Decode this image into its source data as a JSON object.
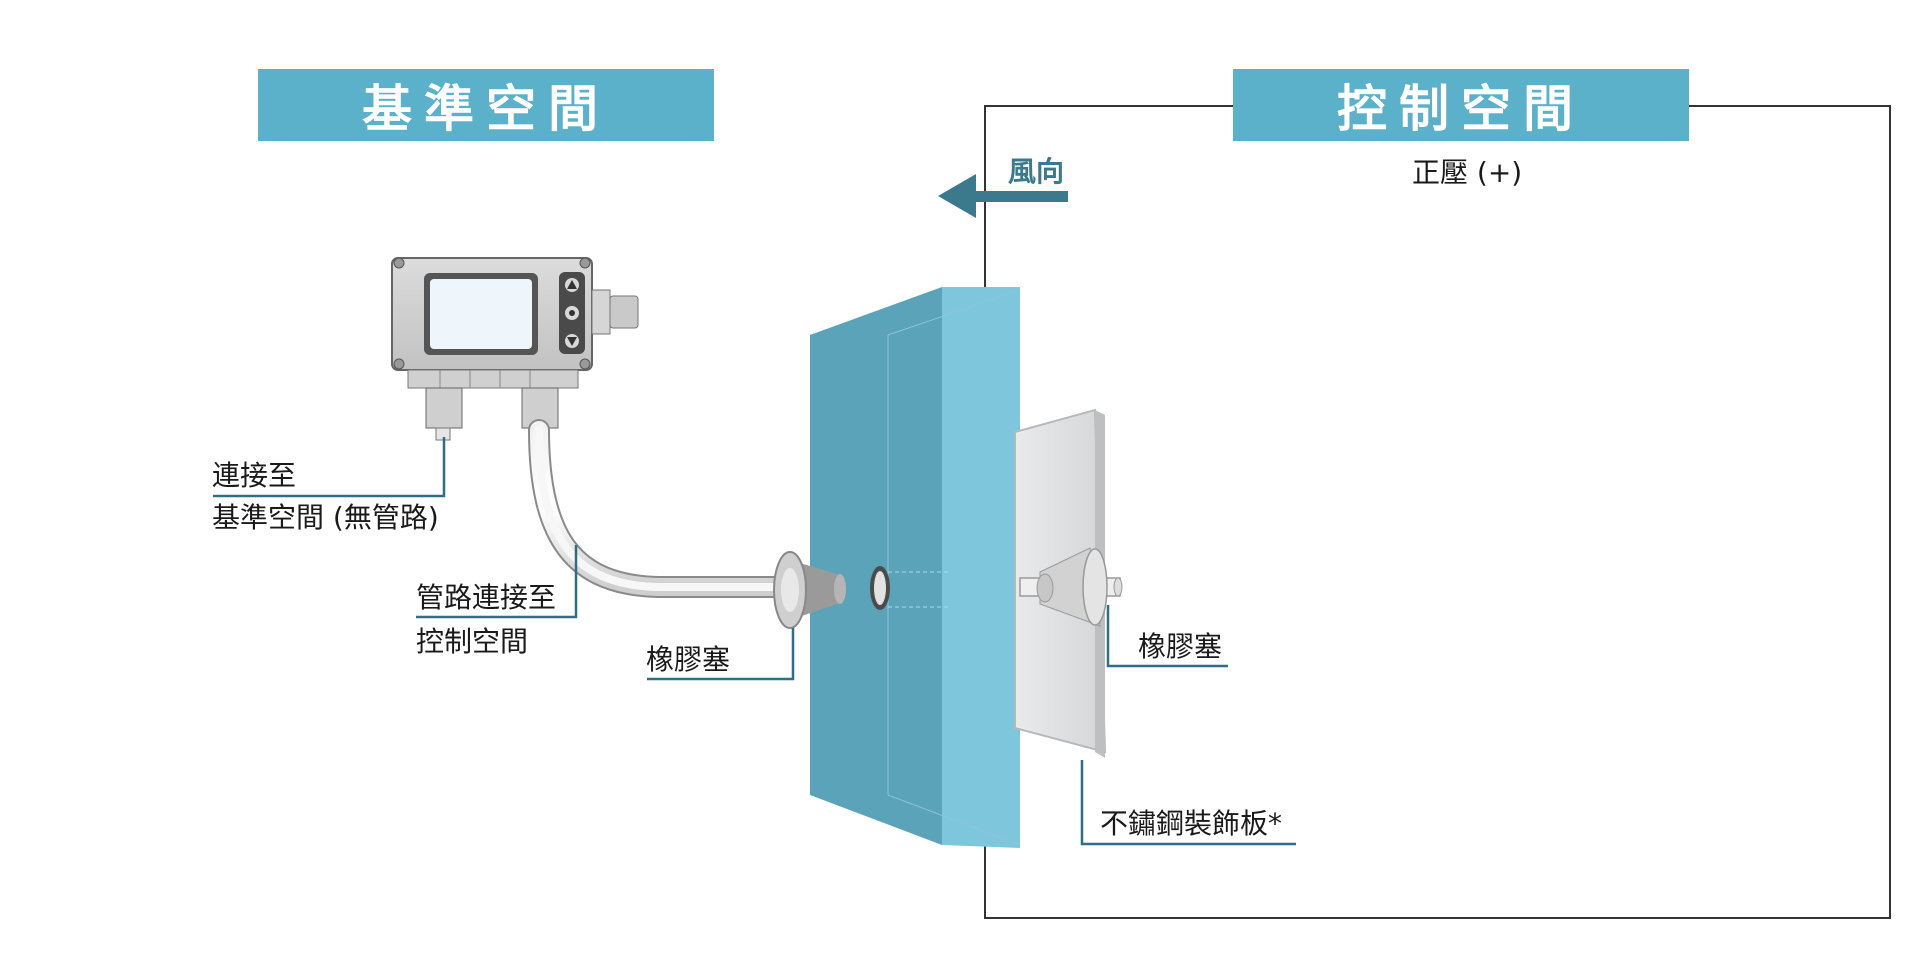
{
  "headers": {
    "reference_space": "基準空間",
    "controlled_space": "控制空間"
  },
  "controlled_space": {
    "pressure_label": "正壓 (+)"
  },
  "wind": {
    "label": "風向",
    "direction": "left"
  },
  "callouts": {
    "connect_line1": "連接至",
    "connect_line2": "基準空間 (無管路)",
    "tubing_line1": "管路連接至",
    "tubing_line2": "控制空間",
    "grommet_left": "橡膠塞",
    "grommet_right": "橡膠塞",
    "plate": "不鏽鋼裝飾板*"
  },
  "colors": {
    "banner": "#5bb0ca",
    "wall_front": "#5aa3b9",
    "wall_side": "#7ec6dc",
    "leader": "#2f6f86",
    "wind_arrow": "#3a7a8c"
  },
  "icons": {
    "device": "pressure-transmitter-icon",
    "wind_arrow": "arrow-left-icon"
  }
}
